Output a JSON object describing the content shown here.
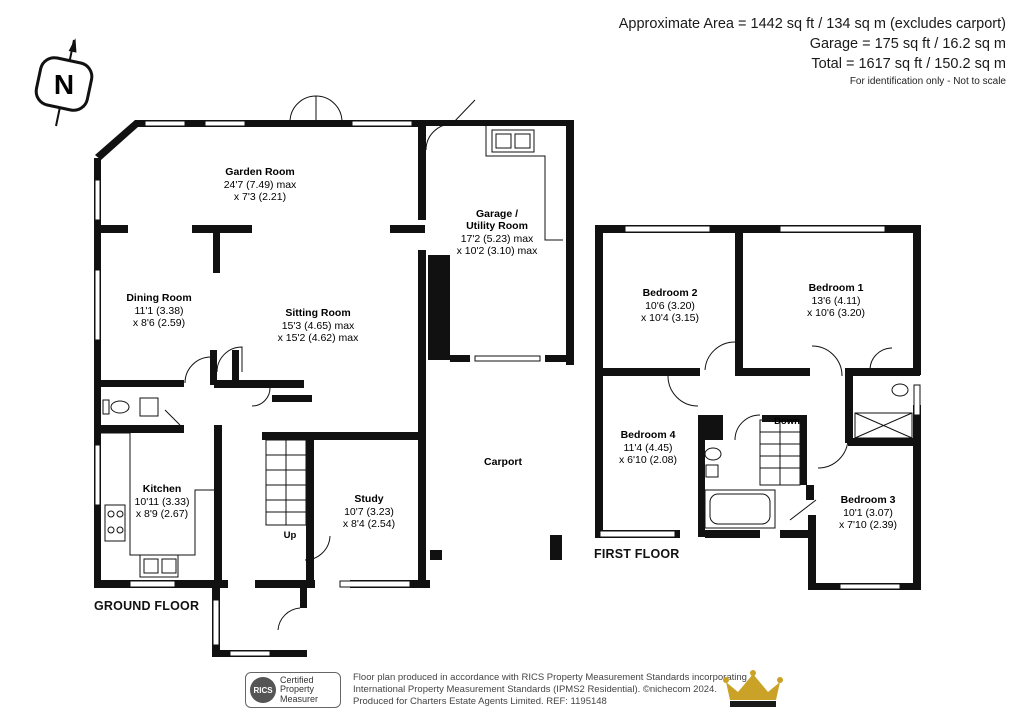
{
  "area": {
    "line1": "Approximate Area = 1442 sq ft / 134 sq m (excludes carport)",
    "line2": "Garage = 175 sq ft / 16.2 sq m",
    "line3": "Total = 1617 sq ft / 150.2 sq m",
    "note": "For identification only - Not to scale"
  },
  "compass": {
    "letter": "N"
  },
  "floors": {
    "ground": "GROUND FLOOR",
    "first": "FIRST FLOOR"
  },
  "rooms": {
    "garden": {
      "name": "Garden Room",
      "dim1": "24'7 (7.49) max",
      "dim2": "x 7'3 (2.21)"
    },
    "garage": {
      "name1": "Garage /",
      "name2": "Utility Room",
      "dim1": "17'2 (5.23) max",
      "dim2": "x 10'2 (3.10) max"
    },
    "dining": {
      "name": "Dining Room",
      "dim1": "11'1 (3.38)",
      "dim2": "x 8'6 (2.59)"
    },
    "sitting": {
      "name": "Sitting Room",
      "dim1": "15'3 (4.65) max",
      "dim2": "x 15'2 (4.62) max"
    },
    "kitchen": {
      "name": "Kitchen",
      "dim1": "10'11 (3.33)",
      "dim2": "x 8'9 (2.67)"
    },
    "study": {
      "name": "Study",
      "dim1": "10'7 (3.23)",
      "dim2": "x 8'4 (2.54)"
    },
    "carport": {
      "name": "Carport"
    },
    "bed2": {
      "name": "Bedroom 2",
      "dim1": "10'6 (3.20)",
      "dim2": "x 10'4 (3.15)"
    },
    "bed1": {
      "name": "Bedroom 1",
      "dim1": "13'6 (4.11)",
      "dim2": "x 10'6 (3.20)"
    },
    "bed4": {
      "name": "Bedroom 4",
      "dim1": "11'4 (4.45)",
      "dim2": "x 6'10 (2.08)"
    },
    "bed3": {
      "name": "Bedroom 3",
      "dim1": "10'1 (3.07)",
      "dim2": "x 7'10 (2.39)"
    }
  },
  "stairs": {
    "up": "Up",
    "down": "Down"
  },
  "footer": {
    "line1": "Floor plan produced in accordance with RICS Property Measurement Standards incorporating",
    "line2": "International Property Measurement Standards (IPMS2 Residential). ©nichecom 2024.",
    "line3": "Produced for Charters Estate Agents Limited.  REF: 1195148",
    "cert_logo": "RICS",
    "cert1": "Certified",
    "cert2": "Property",
    "cert3": "Measurer"
  },
  "colors": {
    "wall": "#111111",
    "crown_gold": "#c9a227",
    "crown_dark": "#1a1a1a"
  }
}
